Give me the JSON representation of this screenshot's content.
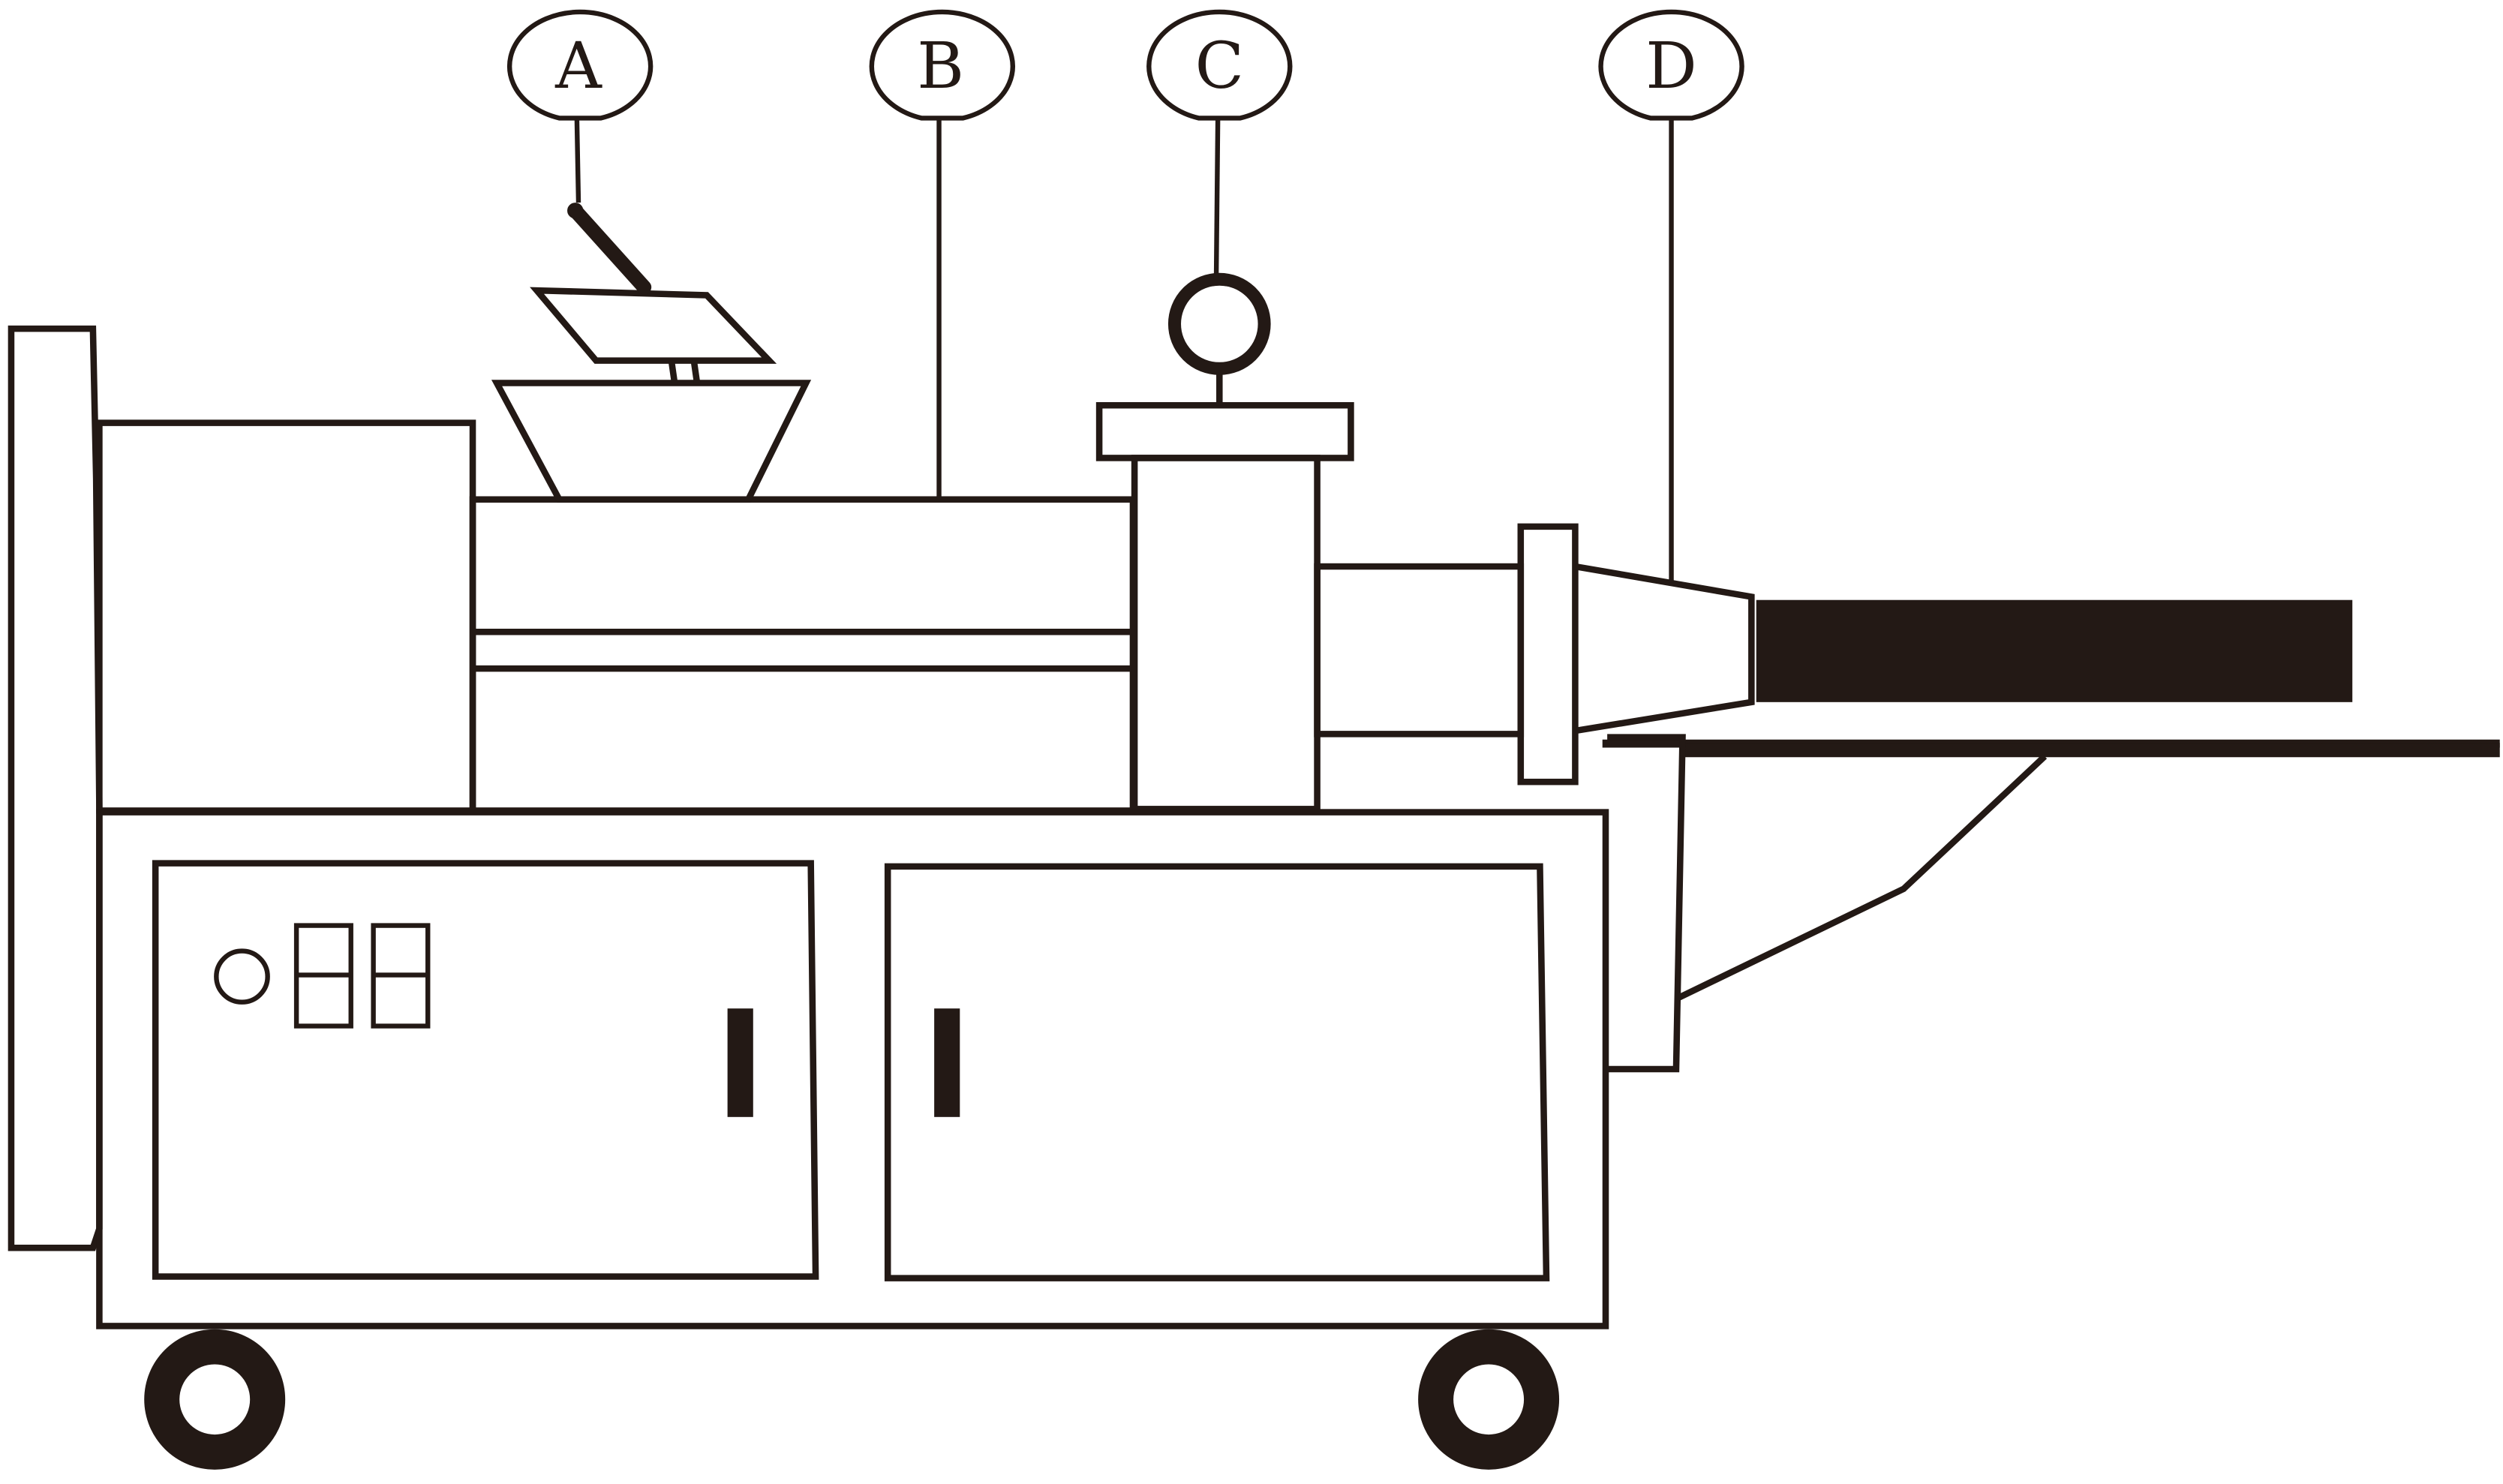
{
  "callouts": [
    {
      "id": "A",
      "label": "A"
    },
    {
      "id": "B",
      "label": "B"
    },
    {
      "id": "C",
      "label": "C"
    },
    {
      "id": "D",
      "label": "D"
    }
  ],
  "colors": {
    "line": "#231915",
    "fill_dark": "#231915",
    "background": "#ffffff"
  }
}
